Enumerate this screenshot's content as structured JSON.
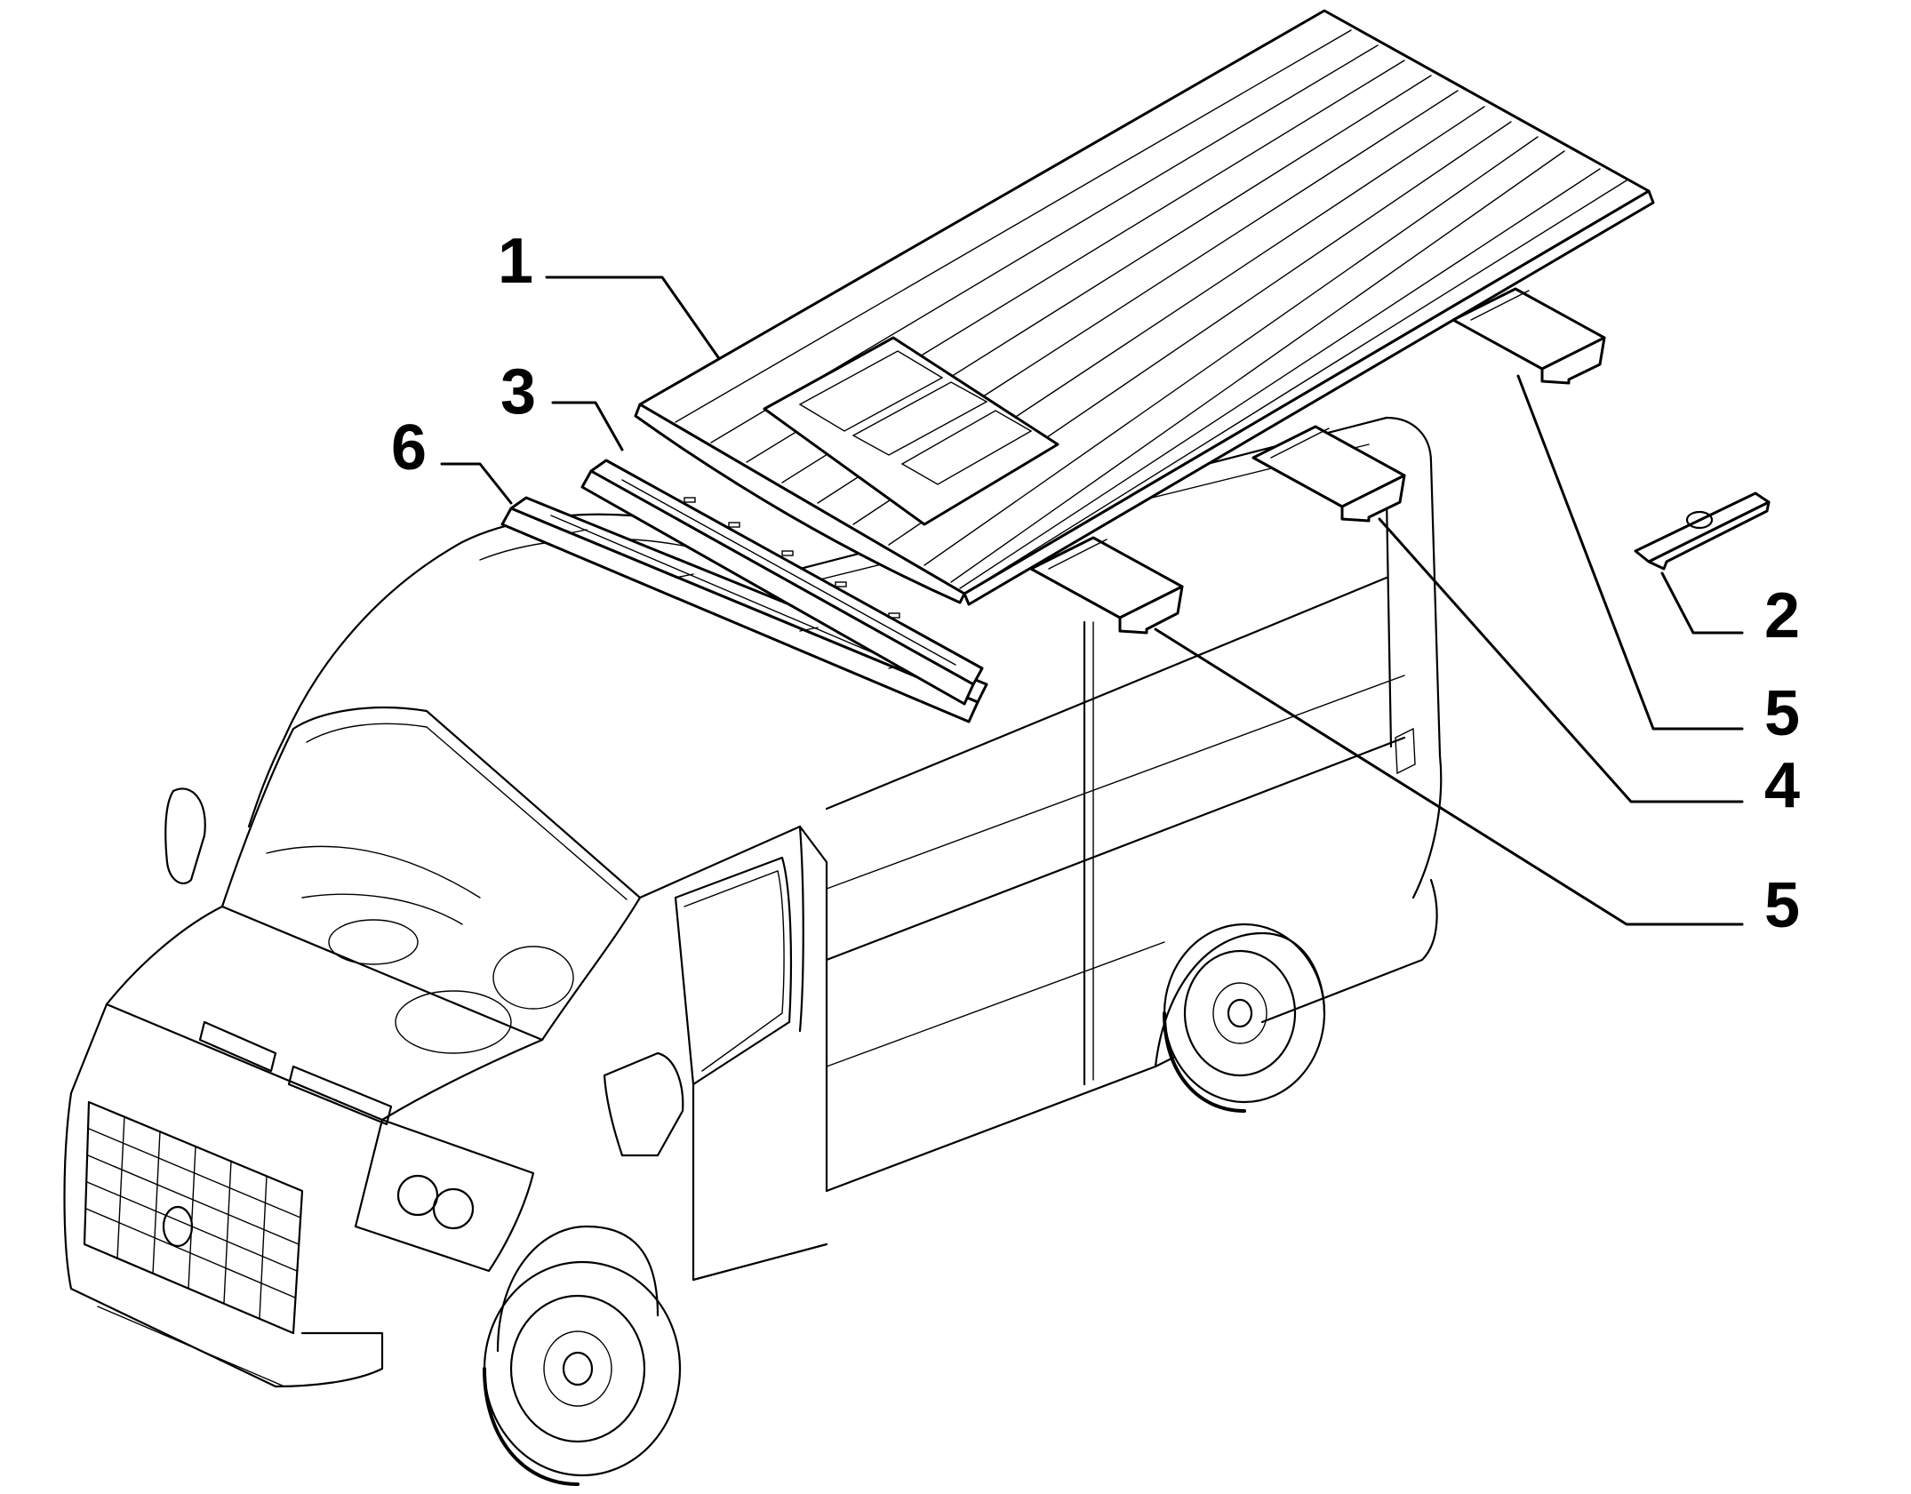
{
  "diagram": {
    "callouts": [
      {
        "id": "c1",
        "label": "1"
      },
      {
        "id": "c3",
        "label": "3"
      },
      {
        "id": "c6",
        "label": "6"
      },
      {
        "id": "c2",
        "label": "2"
      },
      {
        "id": "c5a",
        "label": "5"
      },
      {
        "id": "c4",
        "label": "4"
      },
      {
        "id": "c5b",
        "label": "5"
      }
    ]
  }
}
